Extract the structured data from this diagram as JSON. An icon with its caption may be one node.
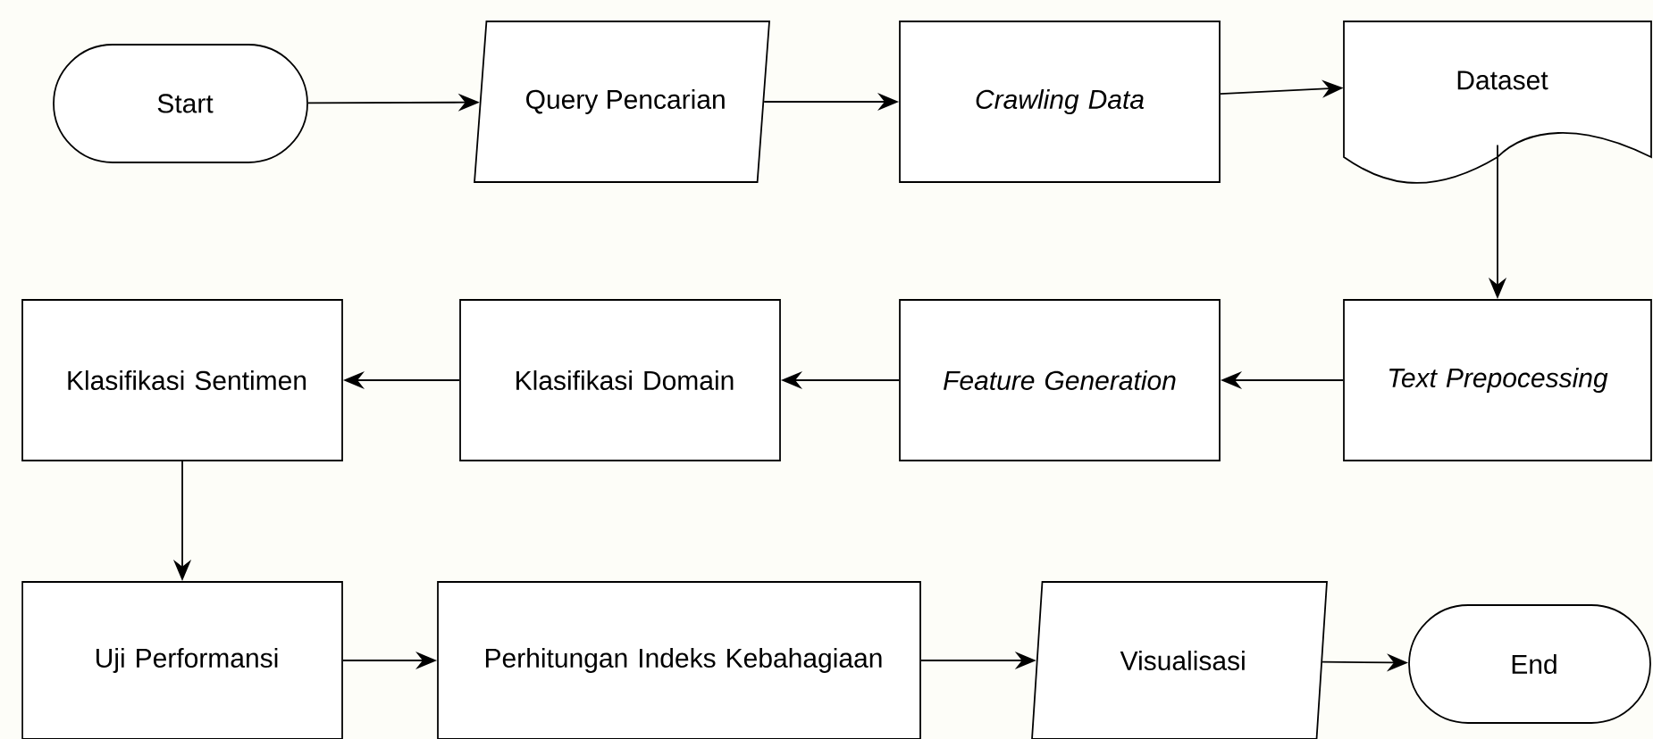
{
  "diagram": {
    "nodes": [
      {
        "text": [
          "Start"
        ]
      },
      {
        "text": [
          "Query Pencarian"
        ]
      },
      {
        "text": [
          "Crawling Data"
        ]
      },
      {
        "text": [
          "Dataset"
        ]
      },
      {
        "text": [
          "Text Prepocessing"
        ]
      },
      {
        "text": [
          "Feature Generation"
        ]
      },
      {
        "text": [
          "Klasifikasi Domain"
        ]
      },
      {
        "text": [
          "Klasifikasi Sentimen"
        ]
      },
      {
        "text": [
          "Uji Performansi"
        ]
      },
      {
        "text": [
          "Perhitungan Indeks Kebahagiaan"
        ]
      },
      {
        "text": [
          "Visualisasi"
        ]
      },
      {
        "text": [
          "End"
        ]
      }
    ],
    "edges": [
      {
        "from": 0,
        "to": 1,
        "arrow": "to"
      },
      {
        "from": 1,
        "to": 2,
        "arrow": "to"
      },
      {
        "from": 2,
        "to": 3,
        "arrow": "to"
      },
      {
        "from": 3,
        "to": 4,
        "arrow": "to"
      },
      {
        "from": 4,
        "to": 5,
        "arrow": "to"
      },
      {
        "from": 5,
        "to": 6,
        "arrow": "to"
      },
      {
        "from": 6,
        "to": 7,
        "arrow": "to"
      },
      {
        "from": 7,
        "to": 8,
        "arrow": "to"
      },
      {
        "from": 8,
        "to": 9,
        "arrow": "to"
      },
      {
        "from": 9,
        "to": 10,
        "arrow": "to"
      },
      {
        "from": 10,
        "to": 11,
        "arrow": "to"
      }
    ]
  }
}
